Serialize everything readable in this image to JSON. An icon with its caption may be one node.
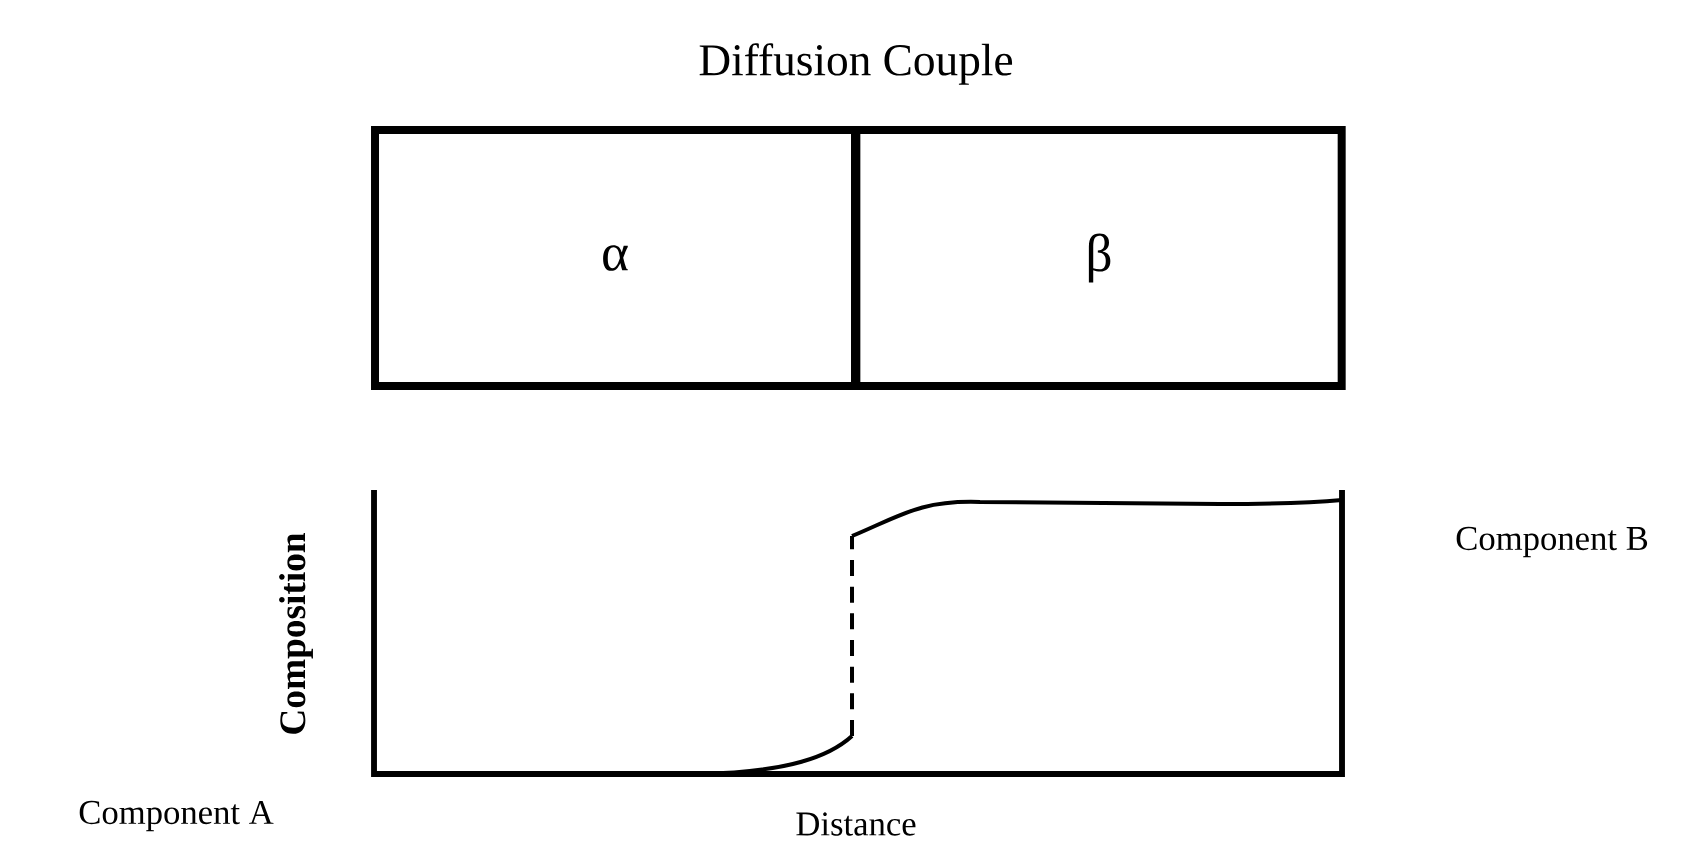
{
  "diagram": {
    "title": "Diffusion Couple",
    "nodes": [
      {
        "text": [
          "α"
        ]
      },
      {
        "text": [
          "β"
        ]
      }
    ],
    "edges": [],
    "labels": [
      "Component B",
      "Composition",
      "Component A",
      "Distance"
    ]
  }
}
